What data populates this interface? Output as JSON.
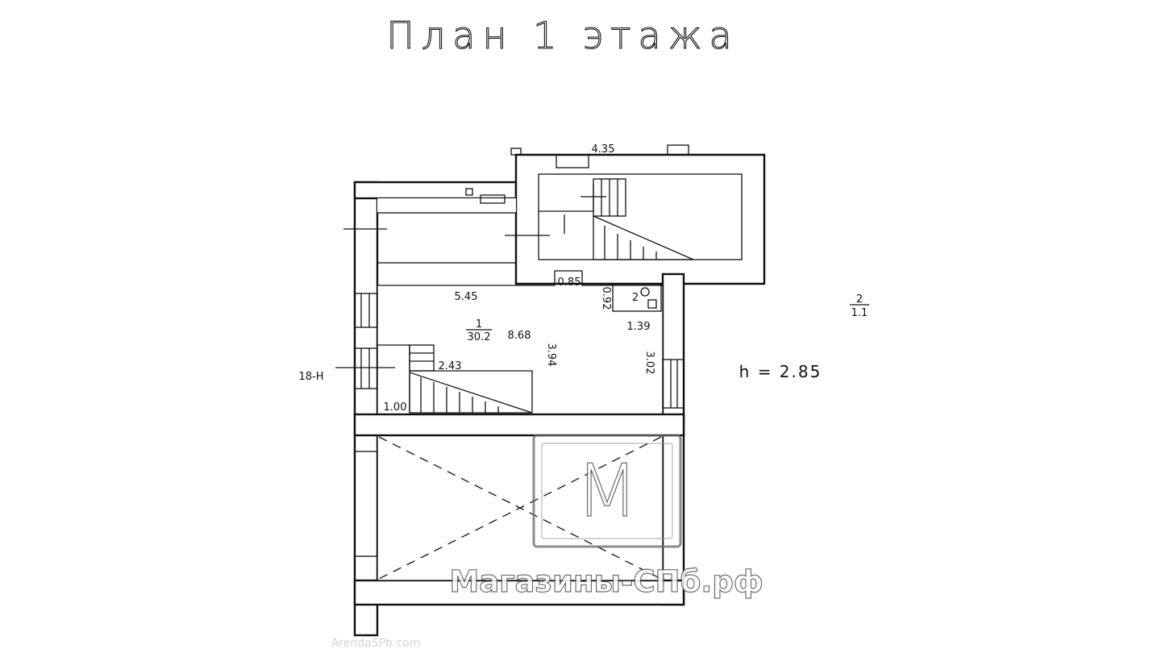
{
  "title": "План 1 этажа",
  "height_note": "h  =  2.85",
  "section_label": "18-Н",
  "rooms": [
    {
      "number": "1",
      "area": "30.2"
    },
    {
      "number": "2",
      "area": "1.1"
    }
  ],
  "room_tag": "2",
  "dimensions": {
    "top_width": "4.35",
    "d_545": "5.45",
    "d_085": "0.85",
    "d_092": "0.92",
    "d_139": "1.39",
    "d_868": "8.68",
    "d_394": "3.94",
    "d_302": "3.02",
    "d_243": "2.43",
    "d_100": "1.00"
  },
  "watermark": {
    "logo_letter": "M",
    "site": "Магазины-СПб.рф",
    "source": "ArendaSPb.com"
  }
}
